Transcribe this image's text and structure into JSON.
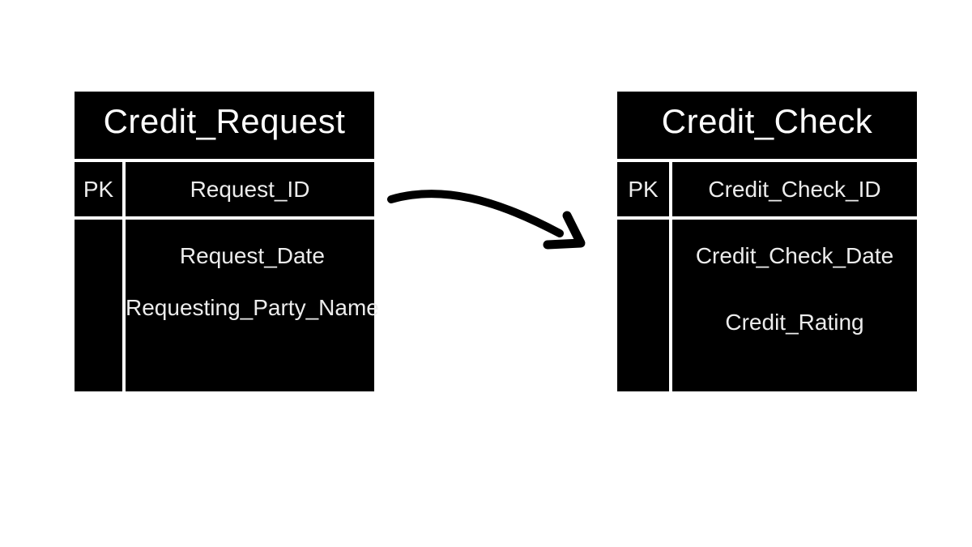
{
  "diagram": {
    "type": "entity-relationship",
    "entities": [
      {
        "title": "Credit_Request",
        "pk_label": "PK",
        "pk_field": "Request_ID",
        "fields": [
          "Request_Date",
          "Requesting_Party_Name"
        ]
      },
      {
        "title": "Credit_Check",
        "pk_label": "PK",
        "pk_field": "Credit_Check_ID",
        "fields": [
          "Credit_Check_Date",
          "Credit_Rating"
        ]
      }
    ],
    "connector": {
      "style": "hand-drawn curved arrow",
      "from": "Credit_Request",
      "to": "Credit_Check",
      "color": "#000000"
    },
    "colors": {
      "entity_bg": "#000000",
      "title_text": "#ffffff",
      "field_text": "#ececec",
      "divider": "#ffffff",
      "page_bg": "#ffffff",
      "arrow": "#000000"
    }
  }
}
